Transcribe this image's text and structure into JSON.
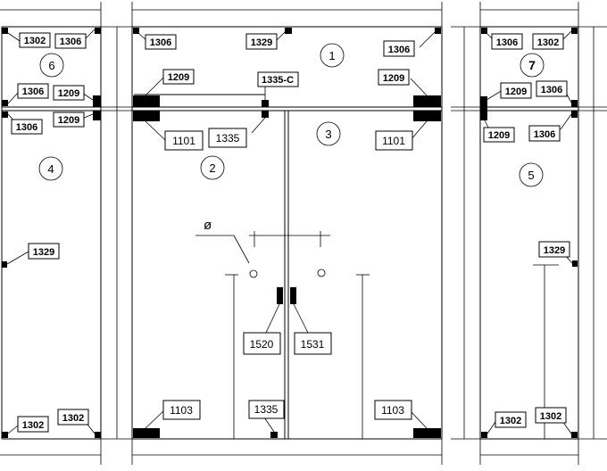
{
  "diagram": {
    "panes": [
      {
        "id": "p1",
        "text": "1"
      },
      {
        "id": "p2",
        "text": "2"
      },
      {
        "id": "p3",
        "text": "3"
      },
      {
        "id": "p4",
        "text": "4"
      },
      {
        "id": "p5",
        "text": "5"
      },
      {
        "id": "p6",
        "text": "6"
      },
      {
        "id": "p7",
        "text": "7"
      }
    ],
    "diameter_symbol": "ø",
    "callouts": {
      "c1302": "1302",
      "c1306": "1306",
      "c1329": "1329",
      "c1209": "1209",
      "c1335c": "1335-C",
      "c1101": "1101",
      "c1335": "1335",
      "c1103": "1103",
      "c1520": "1520",
      "c1531": "1531"
    }
  }
}
